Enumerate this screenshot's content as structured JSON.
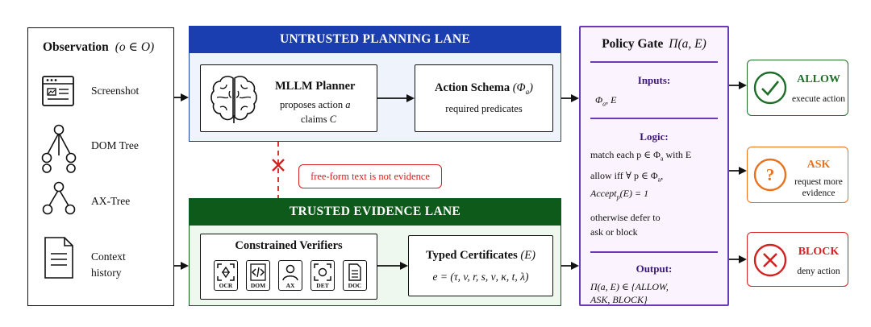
{
  "observation": {
    "title": "Observation",
    "title_math": "(o ∈ O)",
    "items": [
      {
        "label": "Screenshot",
        "icon": "screenshot-icon"
      },
      {
        "label": "DOM Tree",
        "icon": "dom-tree-icon"
      },
      {
        "label": "AX-Tree",
        "icon": "ax-tree-icon"
      },
      {
        "label": "Context",
        "label2": "history",
        "icon": "document-icon"
      }
    ]
  },
  "planning_lane": {
    "title": "UNTRUSTED PLANNING LANE",
    "color": "#1a3db0",
    "planner": {
      "title": "MLLM Planner",
      "line1": "proposes action",
      "line1_var": "a",
      "line2": "claims",
      "line2_var": "C"
    },
    "schema": {
      "title": "Action Schema",
      "title_math": "(Φ",
      "title_sub": "a",
      "title_close": ")",
      "subtitle": "required predicates"
    }
  },
  "annotation": {
    "text": "free-form text is not evidence",
    "color": "#d42020"
  },
  "evidence_lane": {
    "title": "TRUSTED EVIDENCE LANE",
    "color": "#0e5a1a",
    "verifiers": {
      "title": "Constrained Verifiers",
      "tiles": [
        "OCR",
        "DOM",
        "AX",
        "DET",
        "DOC"
      ]
    },
    "certificates": {
      "title": "Typed Certificates",
      "title_math": "(E)",
      "formula": "e = (τ, v, r, s, ν, κ, t, λ)"
    }
  },
  "policy_gate": {
    "title": "Policy Gate",
    "title_math": "Π(a, E)",
    "color": "#6a3ab8",
    "inputs_label": "Inputs:",
    "inputs_text": "Φ",
    "inputs_sub": "a",
    "inputs_tail": ", E",
    "logic_label": "Logic:",
    "logic_line1": "match each p ∈ Φ",
    "logic_line1_sub": "a",
    "logic_line1_tail": " with E",
    "logic_line2": "allow iff ∀ p ∈ Φ",
    "logic_line2_sub": "a",
    "logic_line2_tail": ",",
    "logic_line3": "Accept",
    "logic_line3_sub": "p",
    "logic_line3_tail": "(E) = 1",
    "logic_line4": "otherwise defer to",
    "logic_line5": "ask or block",
    "output_label": "Output:",
    "output_line1": "Π(a, E) ∈ {ALLOW,",
    "output_line2": "ASK, BLOCK}"
  },
  "outcomes": [
    {
      "label": "ALLOW",
      "desc": "execute action",
      "desc2": "",
      "color": "#1e6e2a",
      "icon": "check-circle-icon"
    },
    {
      "label": "ASK",
      "desc": "request more",
      "desc2": "evidence",
      "color": "#e8731e",
      "icon": "question-circle-icon"
    },
    {
      "label": "BLOCK",
      "desc": "deny action",
      "desc2": "",
      "color": "#d42020",
      "icon": "x-circle-icon"
    }
  ]
}
